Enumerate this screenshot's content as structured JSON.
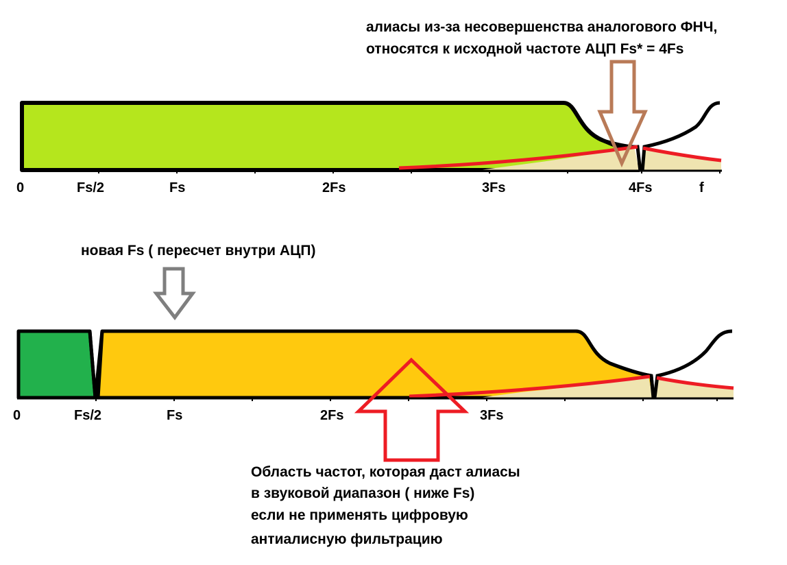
{
  "top_annotation": {
    "line1": "алиасы из-за несовершенства аналогового ФНЧ,",
    "line2": "относятся к исходной частоте АЦП Fs* = 4Fs"
  },
  "top_axis": {
    "zero": "0",
    "half_fs": "Fs/2",
    "fs": "Fs",
    "two_fs": "2Fs",
    "three_fs": "3Fs",
    "four_fs": "4Fs",
    "f": "f"
  },
  "middle_annotation": "новая Fs  ( пересчет внутри АЦП)",
  "bottom_axis": {
    "zero": "0",
    "half_fs": "Fs/2",
    "fs": "Fs",
    "two_fs": "2Fs",
    "three_fs": "3Fs"
  },
  "bottom_annotation": {
    "line1": "Область частот, которая даст алиасы",
    "line2": "в звуковой диапазон  ( ниже Fs)",
    "line3": "если не применять цифровую",
    "line4": "антиалисную фильтрацию"
  },
  "colors": {
    "top_band": "#b5e61d",
    "low_band": "#22b14c",
    "high_band": "#ffc90e",
    "alias_region": "#efe4b0",
    "alias_curve": "#ed1c24",
    "brown_arrow": "#b97a57",
    "gray_arrow": "#7f7f7f",
    "red_arrow": "#ed1c24"
  }
}
